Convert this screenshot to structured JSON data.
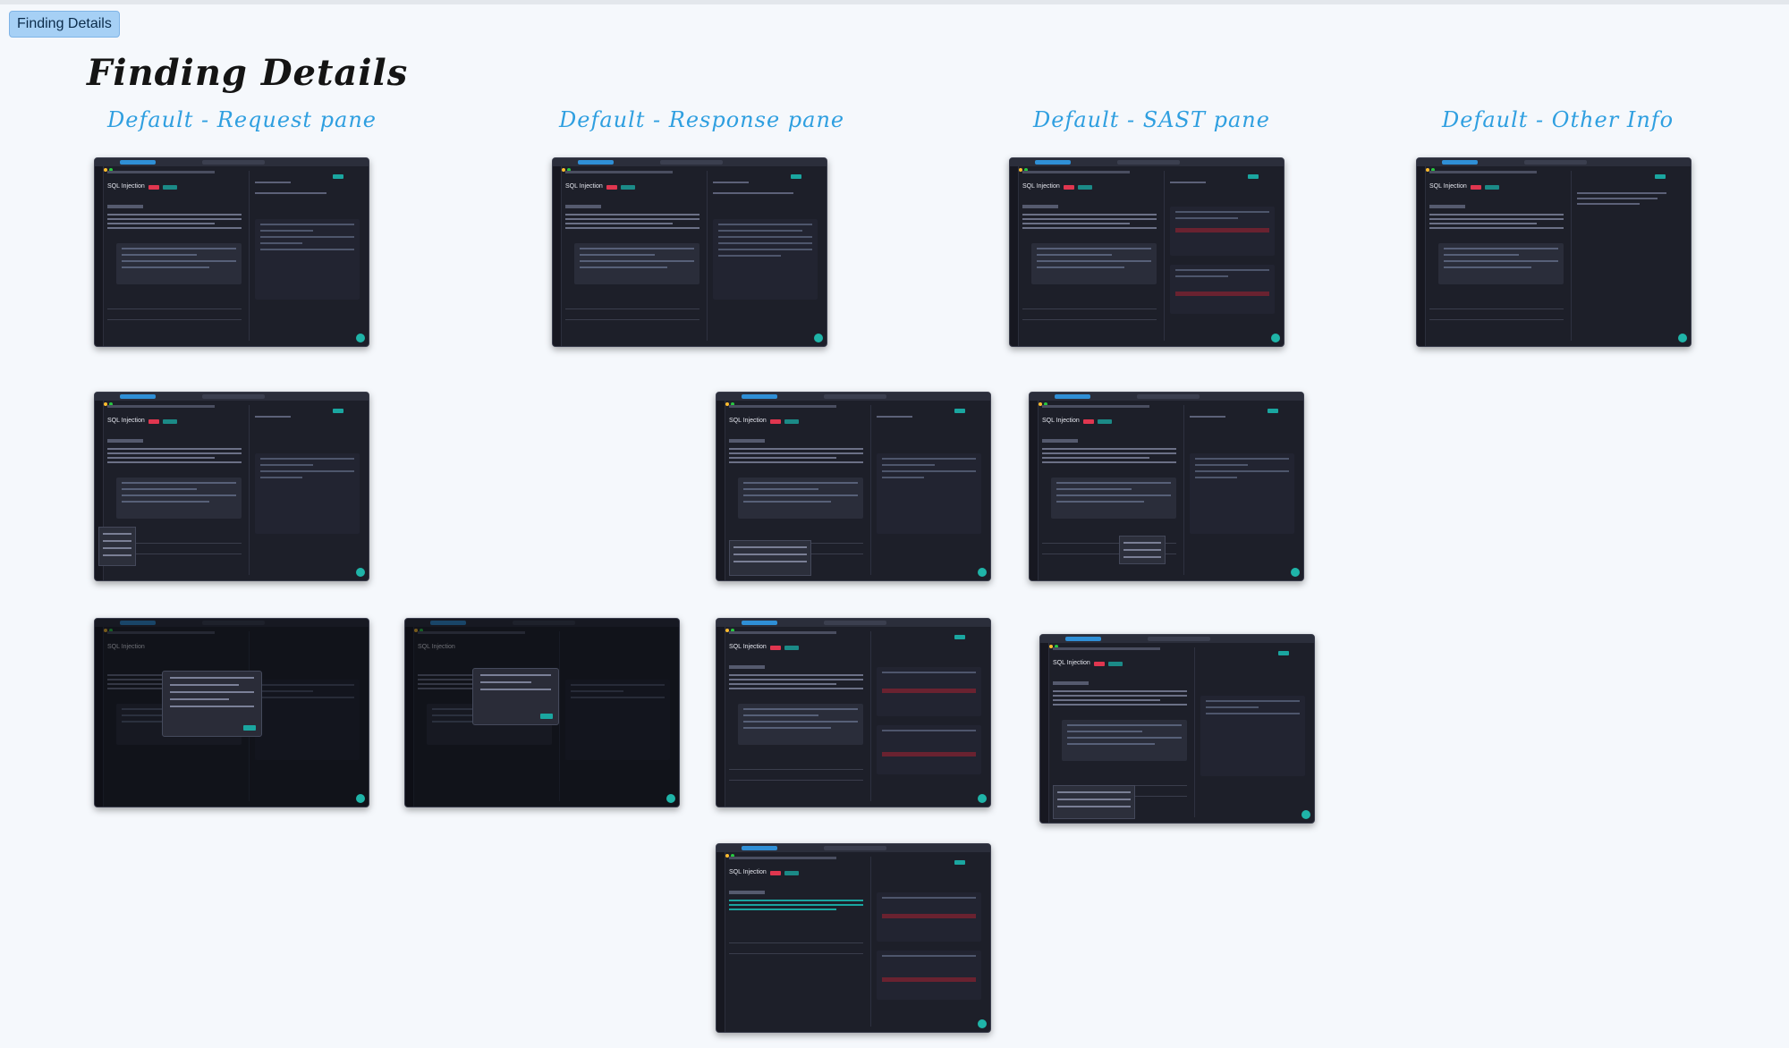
{
  "frame": {
    "label": "Finding Details"
  },
  "page": {
    "title": "Finding Details"
  },
  "columns": [
    "Default - Request pane",
    "Default - Response pane",
    "Default - SAST pane",
    "Default - Other Info"
  ],
  "card_title": "SQL Injection",
  "colors": {
    "accent": "#2f9fe0",
    "card_bg": "#1d1f29",
    "severity": "#e0364f",
    "teal": "#1aa6a0"
  }
}
